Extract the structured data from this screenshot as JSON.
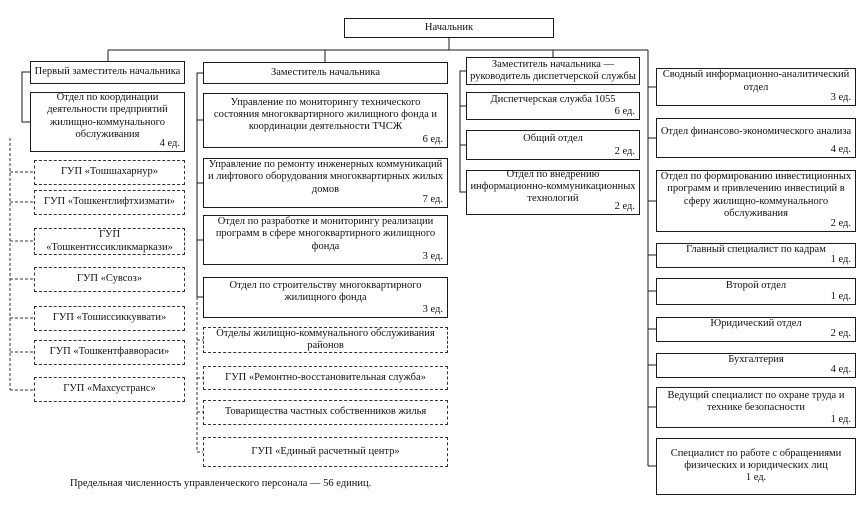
{
  "root": {
    "title": "Начальник"
  },
  "footer": {
    "text": "Предельная численность управленческого персонала — 56 единиц."
  },
  "columns": [
    {
      "name": "first-deputy",
      "boxes": [
        {
          "title": "Первый заместитель начальника"
        },
        {
          "title": "Отдел по координации деятельности предприятий жилищно-коммунального обслуживания",
          "count": "4 ед."
        },
        {
          "title": "ГУП «Тошшахарнур»"
        },
        {
          "title": "ГУП «Тошкентлифтхизмати»"
        },
        {
          "title": "ГУП «Тошкентиссикликмаркази»"
        },
        {
          "title": "ГУП «Сувсоз»"
        },
        {
          "title": "ГУП «Тошиссиккуввати»"
        },
        {
          "title": "ГУП «Тошкентфаввораси»"
        },
        {
          "title": "ГУП «Махсустранс»"
        }
      ]
    },
    {
      "name": "deputy",
      "boxes": [
        {
          "title": "Заместитель начальника"
        },
        {
          "title": "Управление по мониторингу технического состояния многоквартирного жилищного фонда и координации деятельности ТЧСЖ",
          "count": "6 ед."
        },
        {
          "title": "Управление по ремонту инженерных коммуникаций и лифтового оборудования многоквартирных жилых домов",
          "count": "7 ед."
        },
        {
          "title": "Отдел по разработке и мониторингу реализации программ в сфере многоквартирного жилищного фонда",
          "count": "3 ед."
        },
        {
          "title": "Отдел по строительству многоквартирного жилищного фонда",
          "count": "3 ед."
        },
        {
          "title": "Отделы жилищно-коммунального обслуживания районов"
        },
        {
          "title": "ГУП «Ремонтно-восстановительная служба»"
        },
        {
          "title": "Товарищества частных собственников жилья"
        },
        {
          "title": "ГУП «Единый расчетный центр»"
        }
      ]
    },
    {
      "name": "deputy-dispatcher",
      "boxes": [
        {
          "title": "Заместитель начальника — руководитель диспетчерской службы"
        },
        {
          "title": "Диспетчерская служба 1055",
          "count": "6 ед."
        },
        {
          "title": "Общий отдел",
          "count": "2 ед."
        },
        {
          "title": "Отдел по внедрению информационно-коммуникационных технологий",
          "count": "2 ед."
        }
      ]
    },
    {
      "name": "direct-units",
      "boxes": [
        {
          "title": "Сводный информационно-аналитический отдел",
          "count": "3 ед."
        },
        {
          "title": "Отдел финансово-экономического анализа",
          "count": "4 ед."
        },
        {
          "title": "Отдел по формированию инвестиционных программ и привлечению инвестиций в сферу жилищно-коммунального обслуживания",
          "count": "2 ед."
        },
        {
          "title": "Главный специалист по кадрам",
          "count": "1 ед."
        },
        {
          "title": "Второй отдел",
          "count": "1 ед."
        },
        {
          "title": "Юридический отдел",
          "count": "2 ед."
        },
        {
          "title": "Бухгалтерия",
          "count": "4 ед."
        },
        {
          "title": "Ведущий специалист по охране труда и технике безопасности",
          "count": "1 ед."
        },
        {
          "title": "Специалист по работе с обращениями физических и юридических лиц",
          "count": "1 ед."
        }
      ]
    }
  ]
}
